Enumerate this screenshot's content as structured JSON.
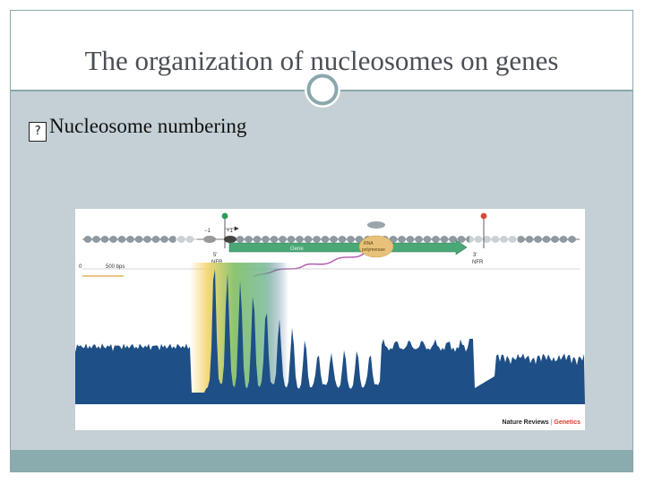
{
  "slide": {
    "title": "The organization of nucleosomes on genes",
    "bullet_glyph": "?",
    "bullet_text": "Nucleosome numbering"
  },
  "figure": {
    "labels": {
      "minus_one": "−1",
      "plus_one": "+1",
      "tss_five": "5′",
      "nfr_five": "NFR",
      "tss_three": "3′",
      "nfr_three": "NFR",
      "gene": "Gene",
      "rna_pol_line1": "RNA",
      "rna_pol_line2": "polymerase",
      "scale_zero": "0",
      "scale_500": "500 bps"
    },
    "credit": {
      "journal": "Nature Reviews",
      "separator": "|",
      "section": "Genetics"
    },
    "colors": {
      "tss_marker": "#2e9a55",
      "tts_marker": "#d6483a",
      "gene_arrow": "#4aa876",
      "rna_pol": "#e8c27a",
      "mrna": "#b565b5",
      "occupancy": "#1e4f86",
      "nucleosome": "#8e9aa3"
    }
  }
}
